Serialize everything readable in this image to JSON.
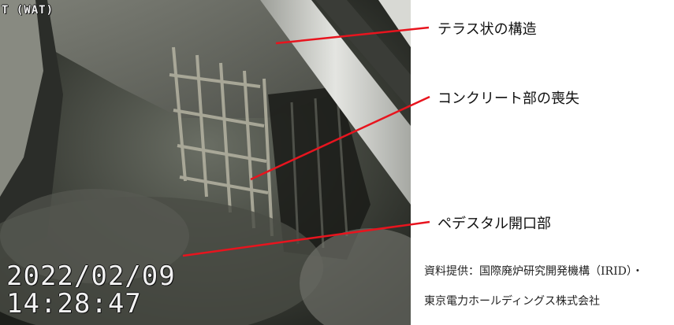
{
  "overlay": {
    "top_left": "T (WAT)",
    "date": "2022/02/09",
    "time": "14:28:47"
  },
  "callouts": [
    "テラス状の構造",
    "コンクリート部の喪失",
    "ペデスタル開口部"
  ],
  "credit": {
    "line1": "資料提供：国際廃炉研究開発機構（IRID）・",
    "line2": "東京電力ホールディングス株式会社"
  },
  "colors": {
    "leader_line": "#e8141e"
  }
}
